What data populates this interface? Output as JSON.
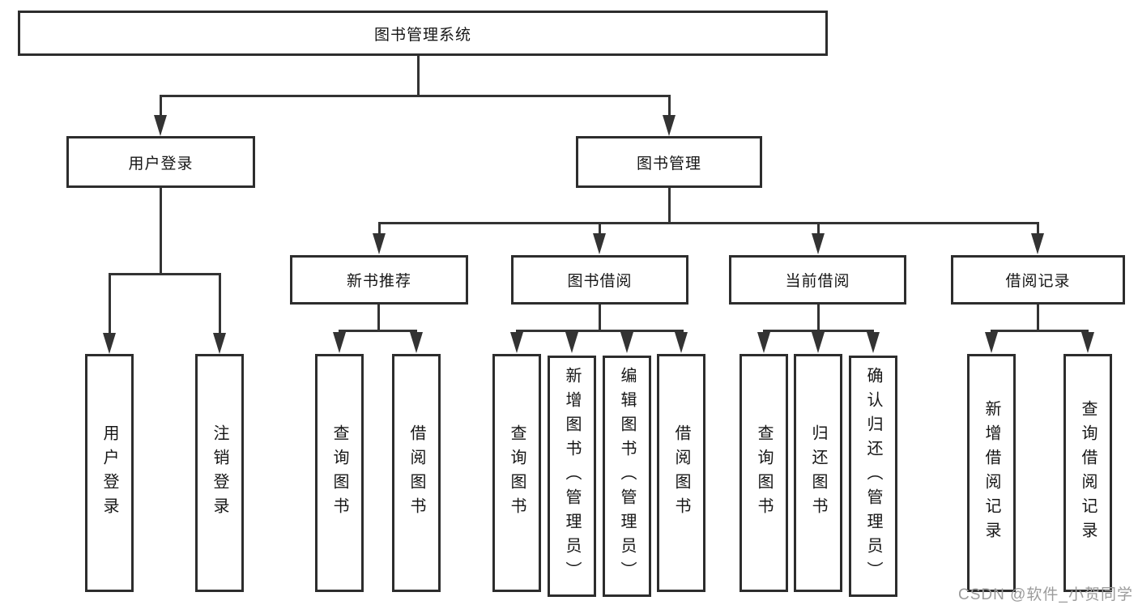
{
  "diagram": {
    "root": {
      "label": "图书管理系统"
    },
    "level2": [
      {
        "label": "用户登录"
      },
      {
        "label": "图书管理"
      }
    ],
    "level3": [
      {
        "label": "新书推荐"
      },
      {
        "label": "图书借阅"
      },
      {
        "label": "当前借阅"
      },
      {
        "label": "借阅记录"
      }
    ],
    "leaves": [
      {
        "label": "用户登录"
      },
      {
        "label": "注销登录"
      },
      {
        "label": "查询图书"
      },
      {
        "label": "借阅图书"
      },
      {
        "label": "查询图书"
      },
      {
        "label": "新增图书（管理员）"
      },
      {
        "label": "编辑图书（管理员）"
      },
      {
        "label": "借阅图书"
      },
      {
        "label": "查询图书"
      },
      {
        "label": "归还图书"
      },
      {
        "label": "确认归还（管理员）"
      },
      {
        "label": "新增借阅记录"
      },
      {
        "label": "查询借阅记录"
      }
    ],
    "watermark": "CSDN @软件_小贺同学",
    "colors": {
      "line": "#333333",
      "box_border": "#2d2d2d",
      "text": "#161616",
      "background": "#ffffff",
      "watermark": "#9b9b9b"
    }
  }
}
